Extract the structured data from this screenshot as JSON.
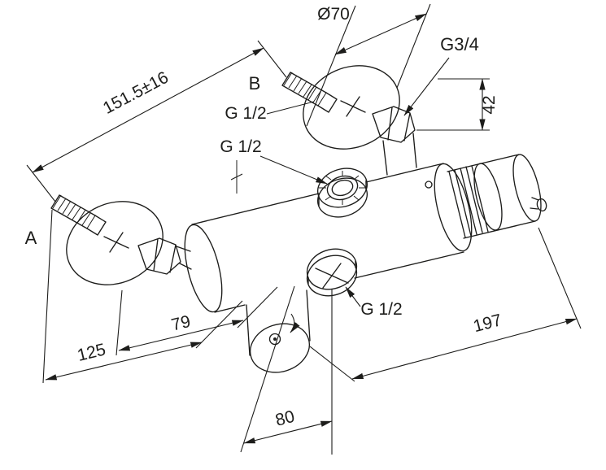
{
  "drawing": {
    "labels": {
      "diameter": "Ø70",
      "thread_g34": "G3/4",
      "offset_42": "42",
      "port_b": "B",
      "port_a": "A",
      "thread_b": "G 1/2",
      "thread_top_outlet": "G 1/2",
      "thread_bottom_outlet": "G 1/2",
      "center_distance": "151.5±16",
      "length_197": "197",
      "offset_79": "79",
      "offset_125": "125",
      "offset_80": "80"
    },
    "colors": {
      "ink": "#1d1d1b",
      "background": "#ffffff"
    }
  }
}
